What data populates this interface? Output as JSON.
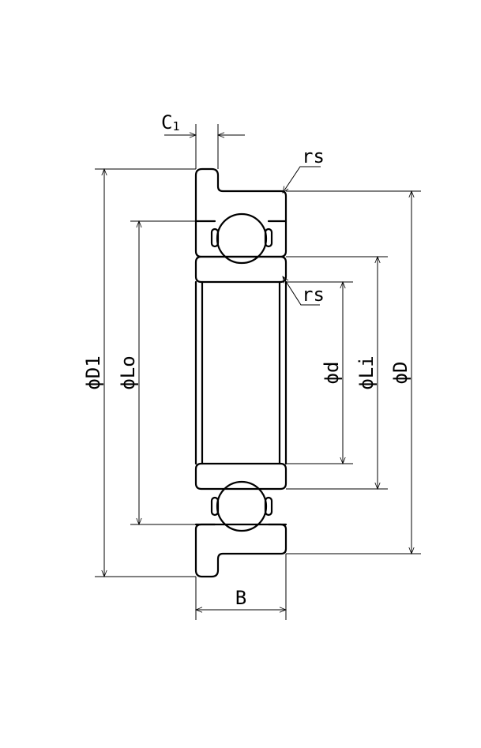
{
  "drawing": {
    "labels": {
      "c1_main": "C",
      "c1_sub": "1",
      "rs_top": "rs",
      "rs_mid": "rs",
      "d1": "ϕD1",
      "lo": "ϕLo",
      "d": "ϕd",
      "li": "ϕLi",
      "outer_d": "ϕD",
      "b": "B"
    },
    "colors": {
      "line": "#000000",
      "background": "#ffffff"
    }
  }
}
